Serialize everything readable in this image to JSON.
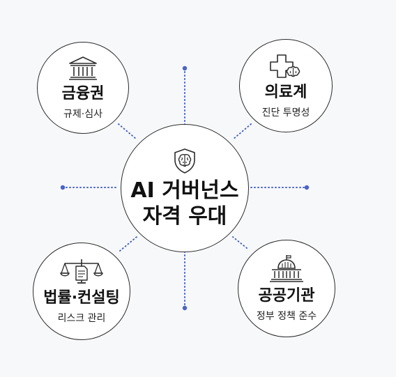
{
  "center": {
    "line1": "AI 거버넌스",
    "line2": "자격 우대",
    "icon": "brain-shield-icon"
  },
  "nodes": {
    "finance": {
      "title": "금융권",
      "subtitle": "규제·심사",
      "icon": "bank-building-icon"
    },
    "medical": {
      "title": "의료계",
      "subtitle": "진단 투명성",
      "icon": "medical-cross-brain-icon"
    },
    "legal": {
      "title": "법률·컨설팅",
      "subtitle": "리스크 관리",
      "icon": "scales-document-icon"
    },
    "public": {
      "title": "공공기관",
      "subtitle": "정부 정책 준수",
      "icon": "capitol-building-icon"
    }
  },
  "colors": {
    "dot": "#4a63c9",
    "stroke": "#2b2b2b"
  }
}
